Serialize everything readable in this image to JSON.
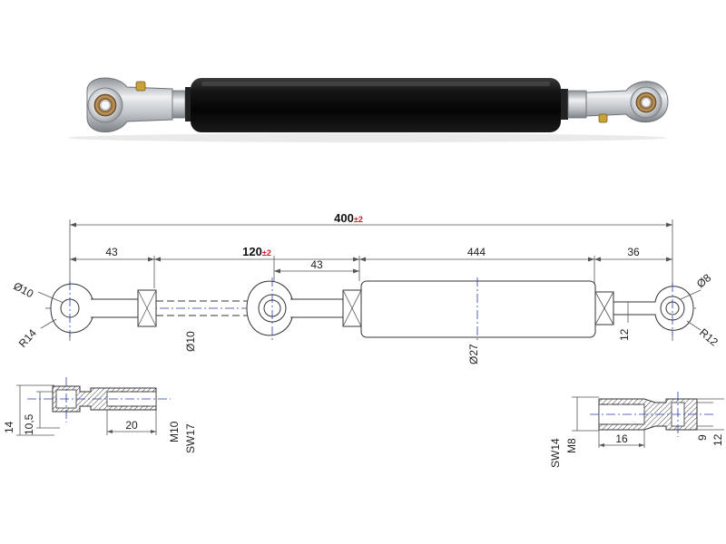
{
  "dimensions": {
    "overall_length": "400",
    "overall_tol": "±2",
    "eye_to_nut": "43",
    "stroke": "120",
    "stroke_tol": "±2",
    "eye_to_body": "43",
    "body_length": "444",
    "right_end": "36",
    "left_eye_dia": "Ø10",
    "left_eye_radius": "R14",
    "rod_dia": "Ø10",
    "body_dia": "Ø27",
    "right_rod_width": "12",
    "right_eye_dia": "Ø8",
    "right_eye_radius": "R12"
  },
  "left_section": {
    "height": "14",
    "inner_height": "10,5",
    "thread_depth": "20",
    "thread": "M10",
    "wrench": "SW17"
  },
  "right_section": {
    "wrench": "SW14",
    "thread": "M8",
    "thread_depth": "16",
    "inner_height": "9",
    "height": "12"
  },
  "colors": {
    "body": "#0d0d0d",
    "metal": "#c9ccd0",
    "bushing": "#b08a55",
    "axis": "#2a3aa8",
    "tolerance": "#c0202a"
  }
}
